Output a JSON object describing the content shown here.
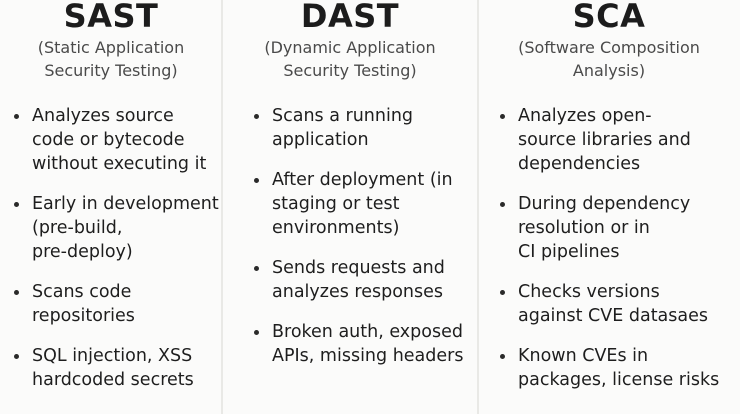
{
  "columns": [
    {
      "title": "SAST",
      "subtitle": [
        "(Static Application",
        "Security Testing)"
      ],
      "items": [
        [
          "Analyzes source",
          "code or bytecode",
          "without executing it"
        ],
        [
          "Early in development",
          "(pre-build,",
          "pre-deploy)"
        ],
        [
          "Scans code",
          "repositories"
        ],
        [
          "SQL injection, XSS",
          "hardcoded secrets"
        ]
      ]
    },
    {
      "title": "DAST",
      "subtitle": [
        "(Dynamic Application",
        "Security Testing)"
      ],
      "items": [
        [
          "Scans a running",
          "application"
        ],
        [
          "After deployment (in",
          "staging or test",
          "environments)"
        ],
        [
          "Sends requests and",
          "analyzes responses"
        ],
        [
          "Broken auth, exposed",
          "APIs, missing headers"
        ]
      ]
    },
    {
      "title": "SCA",
      "subtitle": [
        "(Software Composition",
        "Analysis)"
      ],
      "items": [
        [
          "Analyzes open-",
          "source libraries and",
          "dependencies"
        ],
        [
          "During dependency",
          "resolution or in",
          "CI pipelines"
        ],
        [
          "Checks versions",
          "against CVE datasaes"
        ],
        [
          "Known CVEs in",
          "packages, license risks"
        ]
      ]
    }
  ]
}
